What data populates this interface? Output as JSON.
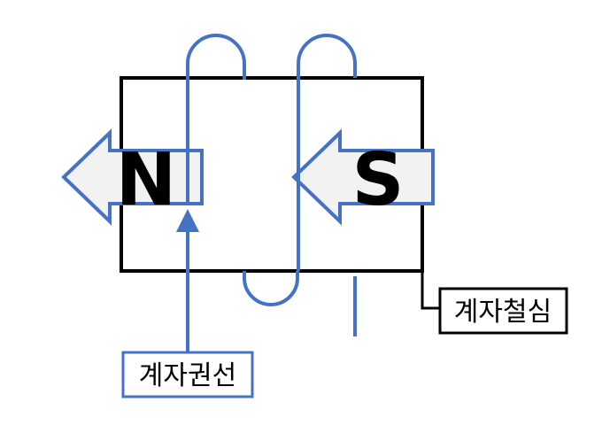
{
  "poles": {
    "north": "N",
    "south": "S"
  },
  "labels": {
    "field_coil": "계자권선",
    "field_core": "계자철심"
  },
  "colors": {
    "coil": "#4472C4",
    "core": "#000000",
    "arrow_fill": "#F2F2F2",
    "text": "#000000",
    "background": "#FFFFFF"
  }
}
